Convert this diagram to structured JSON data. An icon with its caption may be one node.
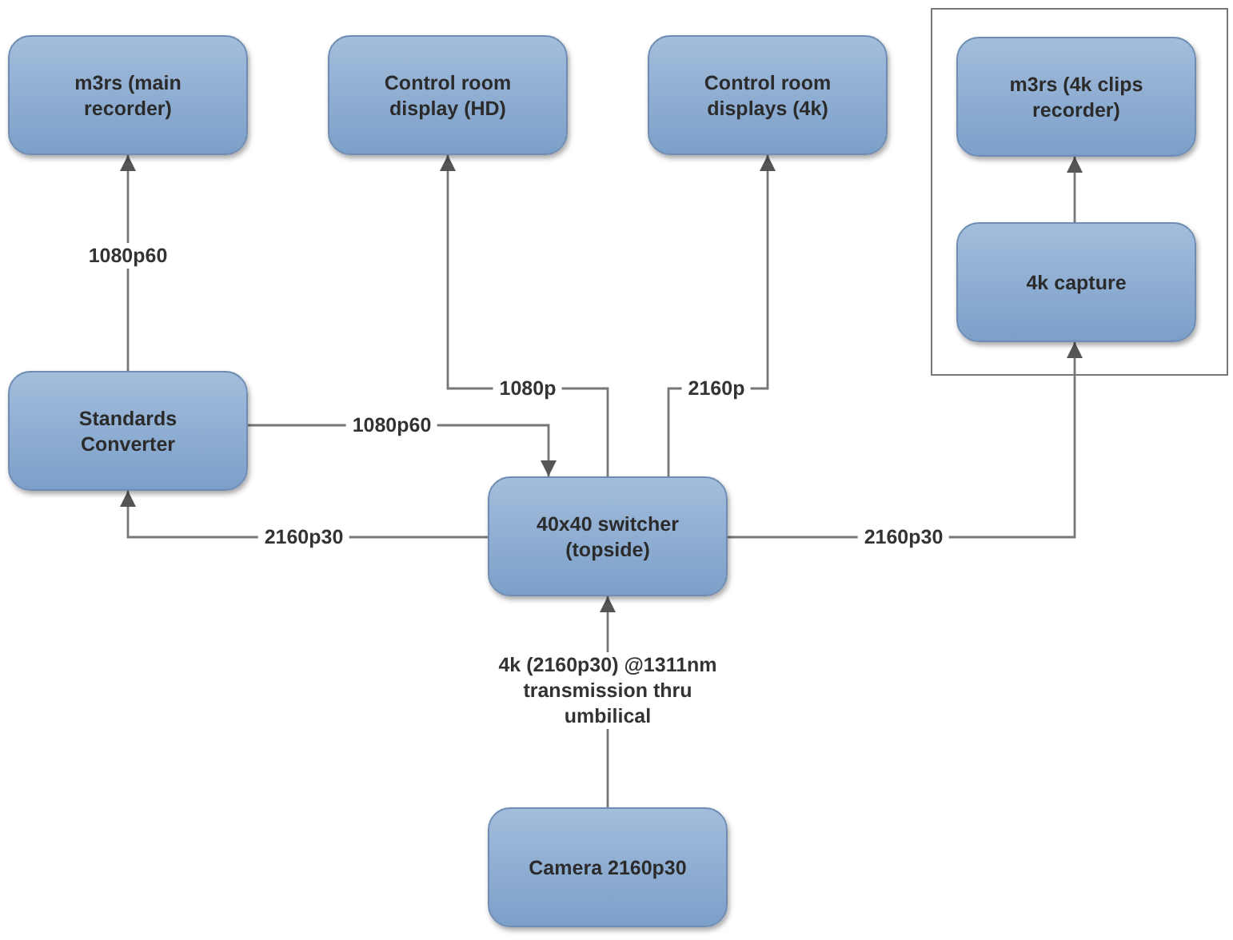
{
  "diagram": {
    "nodes": [
      {
        "text": [
          "m3rs (main recorder)"
        ]
      },
      {
        "text": [
          "Control room display (HD)"
        ]
      },
      {
        "text": [
          "Control room displays (4k)"
        ]
      },
      {
        "text": [],
        "shape": "box"
      },
      {
        "text": [
          "m3rs (4k clips recorder)"
        ],
        "in": 3
      },
      {
        "text": [
          "4k capture"
        ],
        "in": 3
      },
      {
        "text": [
          "Standards Converter"
        ]
      },
      {
        "text": [
          "40x40 switcher (topside)"
        ]
      },
      {
        "text": [
          "Camera 2160p30"
        ]
      }
    ],
    "edges": [
      {
        "from": 6,
        "to": 0,
        "arrow": "to",
        "label": "1080p60"
      },
      {
        "from": 7,
        "to": 1,
        "arrow": "to",
        "label": "1080p"
      },
      {
        "from": 7,
        "to": 2,
        "arrow": "to",
        "label": "2160p"
      },
      {
        "from": 6,
        "to": 7,
        "arrow": "to",
        "label": "1080p60"
      },
      {
        "from": 7,
        "to": 6,
        "arrow": "to",
        "label": "2160p30"
      },
      {
        "from": 7,
        "to": 5,
        "arrow": "to",
        "label": "2160p30"
      },
      {
        "from": 5,
        "to": 4,
        "arrow": "to"
      },
      {
        "from": 8,
        "to": 7,
        "arrow": "to",
        "label": "4k (2160p30) @1311nm transmission thru umbilical"
      }
    ]
  }
}
